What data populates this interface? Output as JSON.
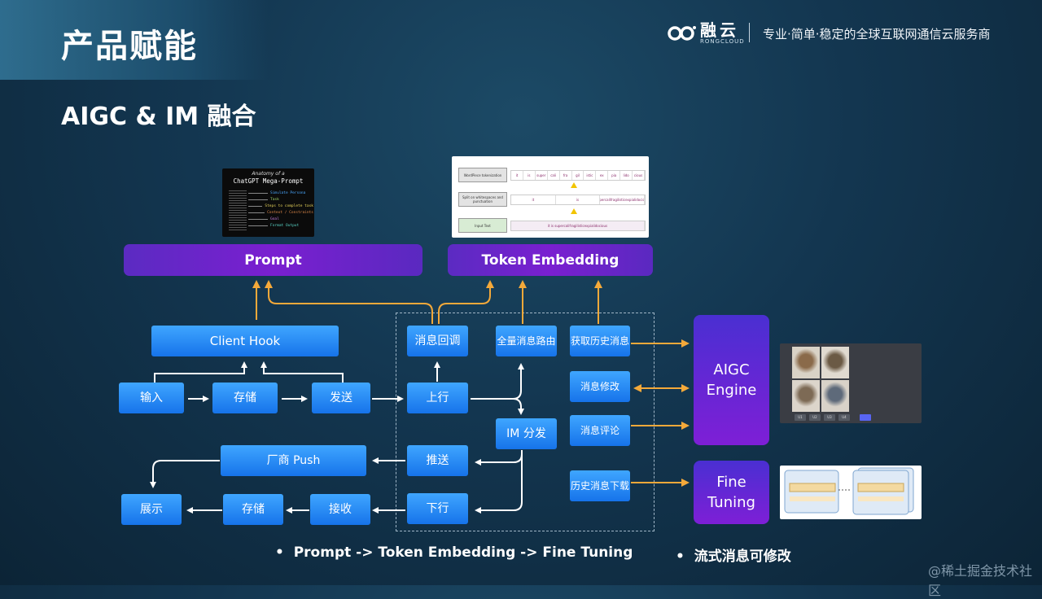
{
  "header": {
    "title": "产品赋能",
    "subtitle": "AIGC & IM 融合",
    "logo_name": "融云",
    "logo_en": "RONGCLOUD",
    "slogan": "专业·简单·稳定的全球互联网通信云服务商"
  },
  "thumbnails": {
    "prompt_card": {
      "line1": "Anatomy of a",
      "line2": "ChatGPT Mega-Prompt",
      "items": [
        "Simulate Persona",
        "Task",
        "Steps to complete task",
        "Context / Constraints",
        "Goal",
        "Format Output"
      ]
    },
    "token_card": {
      "rows": [
        {
          "label": "WordPiece tokenization",
          "tokens": [
            "it",
            "is",
            "super",
            "cali",
            "fra",
            "gil",
            "istic",
            "ex",
            "pia",
            "lido",
            "cious"
          ]
        },
        {
          "label": "Split on whitespaces and punctuation",
          "tokens": [
            "it",
            "is",
            "supercalifragilisticexpialidocious"
          ]
        },
        {
          "label": "Input Text",
          "tokens": [
            "it is supercalifragilisticexpialidocious"
          ]
        }
      ]
    },
    "aigc_gallery": {
      "buttons": [
        "U1",
        "U2",
        "U3",
        "U4"
      ]
    }
  },
  "bars": {
    "prompt": "Prompt",
    "token_embedding": "Token Embedding"
  },
  "nodes": {
    "client_hook": "Client Hook",
    "input": "输入",
    "store_send": "存储",
    "send": "发送",
    "upstream": "上行",
    "msg_callback": "消息回调",
    "global_route": "全量消息路由",
    "im_dispatch": "IM 分发",
    "push": "推送",
    "vendor_push": "厂商 Push",
    "downstream": "下行",
    "receive": "接收",
    "store_recv": "存储",
    "display": "展示",
    "get_history": "获取历史消息",
    "msg_edit": "消息修改",
    "msg_comment": "消息评论",
    "history_download": "历史消息下载"
  },
  "engines": {
    "aigc": [
      "AIGC",
      "Engine"
    ],
    "fine_tuning": [
      "Fine",
      "Tuning"
    ]
  },
  "footer": {
    "bullet1": "Prompt -> Token Embedding -> Fine Tuning",
    "bullet2": "流式消息可修改",
    "watermark": "@稀土掘金技术社区"
  },
  "colors": {
    "arrow_orange": "#f4a93a",
    "arrow_white": "#ffffff",
    "node_blue": "#1f86f2",
    "engine_purple": "#6d25d4"
  }
}
